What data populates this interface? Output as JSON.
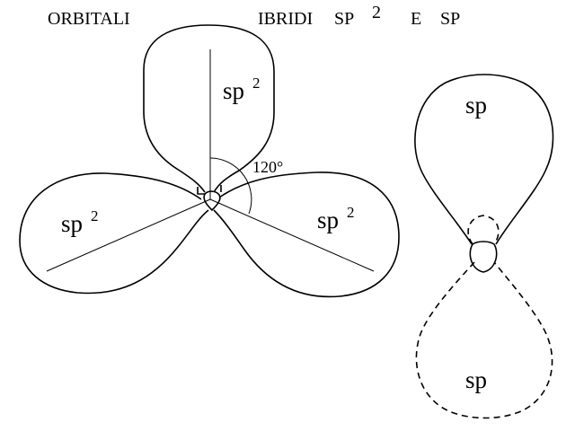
{
  "title": {
    "left": "ORBITALI",
    "middle": "IBRIDI",
    "sp2_base": "SP",
    "sp2_exp": "2",
    "conj": "E",
    "sp": "SP"
  },
  "sp2_orbitals": {
    "top": {
      "base": "sp",
      "exp": "2"
    },
    "left": {
      "base": "sp",
      "exp": "2"
    },
    "right": {
      "base": "sp",
      "exp": "2"
    },
    "angle": "120°"
  },
  "sp_orbital": {
    "upper": "sp",
    "lower": "sp"
  }
}
